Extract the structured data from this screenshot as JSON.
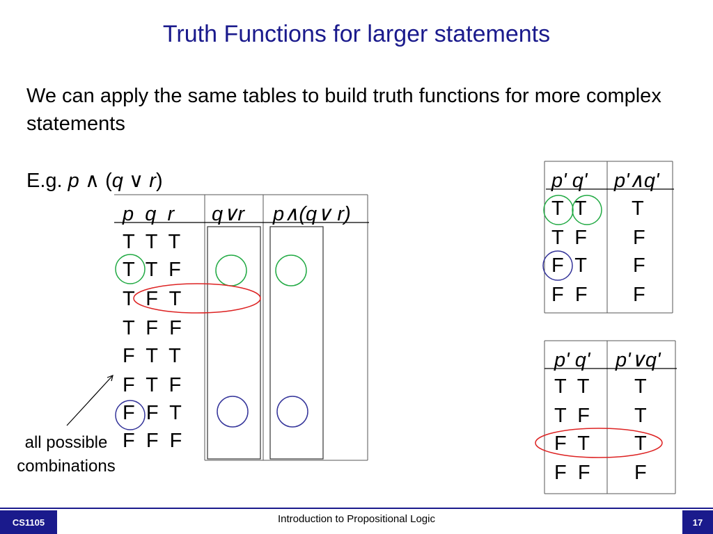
{
  "slide": {
    "title": "Truth Functions for larger statements",
    "intro": "We can apply the same tables to build truth functions for more complex statements",
    "example": {
      "prefix": "E.g. ",
      "p": "p",
      "and": " ∧ (",
      "q": "q",
      "or": " ∨ ",
      "r": "r",
      "close": ")"
    }
  },
  "main_table": {
    "headers": {
      "vars": "p  q  r",
      "col2": "q∨r",
      "col3": "p∧(q∨ r)"
    },
    "rows": [
      "T  T  T",
      "T  T  F",
      "T  F  T",
      "T  F  F",
      "F  T  T",
      "F  T  F",
      "F  F  T",
      "F  F  F"
    ]
  },
  "and_table": {
    "headers": {
      "vars": "p' q'",
      "result": "p'∧q'"
    },
    "rows": [
      {
        "vars": "T  T",
        "result": "T"
      },
      {
        "vars": "T  F",
        "result": "F"
      },
      {
        "vars": "F  T",
        "result": "F"
      },
      {
        "vars": "F  F",
        "result": "F"
      }
    ]
  },
  "or_table": {
    "headers": {
      "vars": "p' q'",
      "result": "p'∨q'"
    },
    "rows": [
      {
        "vars": "T  T",
        "result": "T"
      },
      {
        "vars": "T  F",
        "result": "T"
      },
      {
        "vars": "F  T",
        "result": "T"
      },
      {
        "vars": "F  F",
        "result": "F"
      }
    ]
  },
  "annotation": "all possible combinations",
  "footer": {
    "course": "CS1105",
    "title": "Introduction to Propositional Logic",
    "page": "17"
  },
  "colors": {
    "title": "#1a1a8c",
    "green": "#22aa44",
    "red": "#dd2222",
    "blue": "#333399"
  }
}
